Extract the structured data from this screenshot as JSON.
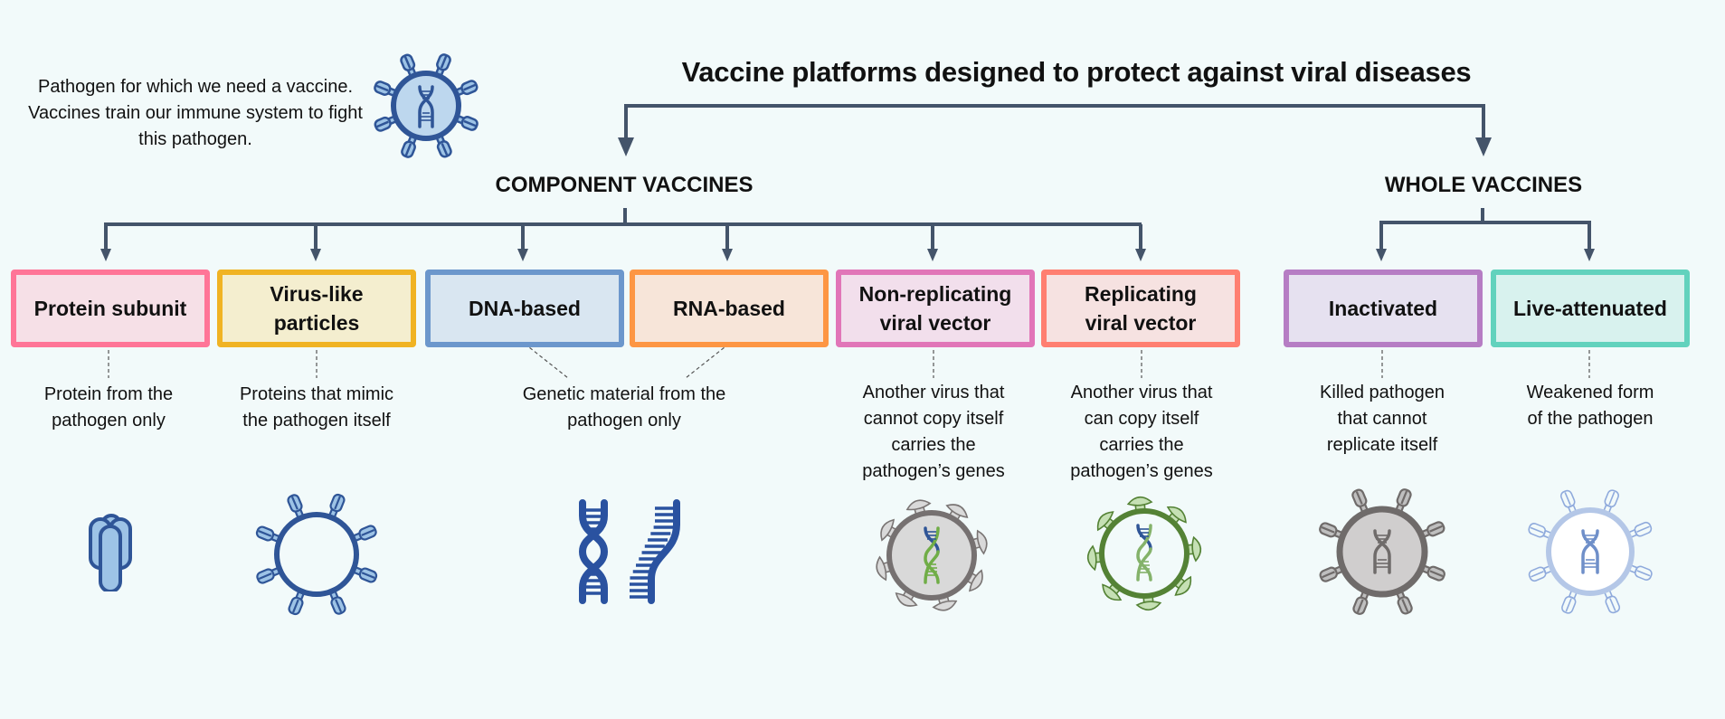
{
  "title": "Vaccine platforms designed to protect against viral diseases",
  "intro": {
    "text": "Pathogen for which we need a vaccine. Vaccines train our immune system to fight this pathogen.",
    "icon": "pathogen-virus-icon"
  },
  "groups": {
    "component": "COMPONENT VACCINES",
    "whole": "WHOLE VACCINES"
  },
  "colors": {
    "connector": "#44546a",
    "dark_blue": "#2f5597",
    "light_blue": "#9dc3e6"
  },
  "platforms": [
    {
      "label": "Protein subunit",
      "group": "component",
      "border": "#ff7597",
      "fill": "#f6e0e7",
      "desc": "Protein from the\npathogen only",
      "icon": "protein-subunit-icon"
    },
    {
      "label": "Virus-like\nparticles",
      "group": "component",
      "border": "#f0b323",
      "fill": "#f4eecf",
      "desc": "Proteins that mimic\nthe pathogen itself",
      "icon": "virus-like-particle-icon"
    },
    {
      "label": "DNA-based",
      "group": "component",
      "border": "#6c97cc",
      "fill": "#d9e6f1",
      "desc": "",
      "icon": "dna-icon"
    },
    {
      "label": "RNA-based",
      "group": "component",
      "border": "#fd9644",
      "fill": "#f7e5d9",
      "desc": "",
      "icon": "rna-icon"
    },
    {
      "label": "Non-replicating\nviral vector",
      "group": "component",
      "border": "#e176b8",
      "fill": "#f2dfec",
      "desc": "Another virus that\ncannot copy itself\ncarries the\npathogen’s genes",
      "icon": "non-replicating-vector-icon"
    },
    {
      "label": "Replicating\nviral vector",
      "group": "component",
      "border": "#ff7f71",
      "fill": "#f6e2e1",
      "desc": "Another virus that\ncan copy itself\ncarries the\npathogen’s genes",
      "icon": "replicating-vector-icon"
    },
    {
      "label": "Inactivated",
      "group": "whole",
      "border": "#b67dc4",
      "fill": "#e6e1f0",
      "desc": "Killed pathogen\nthat cannot\nreplicate itself",
      "icon": "inactivated-virus-icon"
    },
    {
      "label": "Live-attenuated",
      "group": "whole",
      "border": "#62d2bd",
      "fill": "#d8f2ee",
      "desc": "Weakened form\nof the pathogen",
      "icon": "live-attenuated-virus-icon"
    }
  ],
  "shared_desc": {
    "genetic": "Genetic material from the\npathogen only"
  }
}
